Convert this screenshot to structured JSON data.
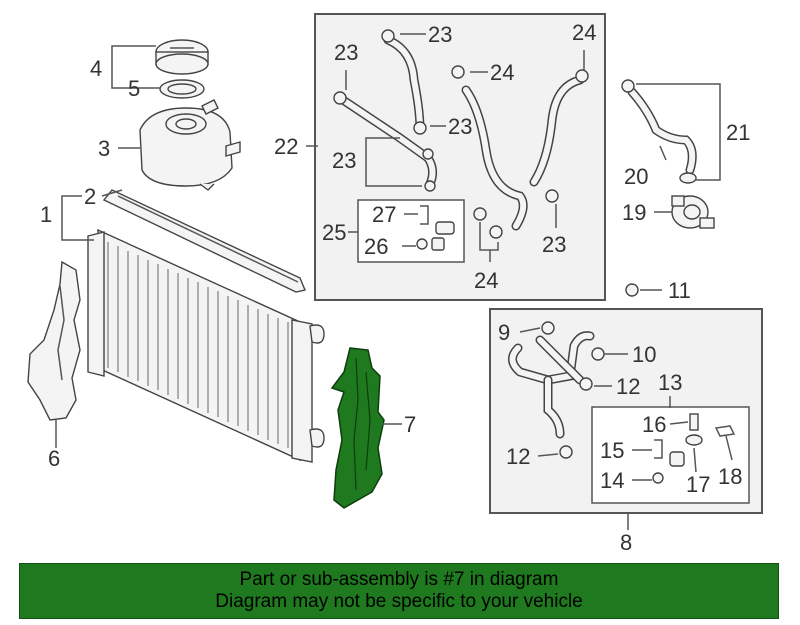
{
  "diagram": {
    "callouts": {
      "c1": "1",
      "c2": "2",
      "c3": "3",
      "c4": "4",
      "c5": "5",
      "c6": "6",
      "c7": "7",
      "c8": "8",
      "c9": "9",
      "c10": "10",
      "c11": "11",
      "c12a": "12",
      "c12b": "12",
      "c13": "13",
      "c14": "14",
      "c15": "15",
      "c16": "16",
      "c17": "17",
      "c18": "18",
      "c19": "19",
      "c20": "20",
      "c21": "21",
      "c22": "22",
      "c23a": "23",
      "c23b": "23",
      "c23c": "23",
      "c23d": "23",
      "c23e": "23",
      "c24a": "24",
      "c24b": "24",
      "c24c": "24",
      "c25": "25",
      "c26": "26",
      "c27": "27"
    },
    "highlight_color": "#1f7a1f"
  },
  "banner": {
    "line1": "Part or sub-assembly is #7 in diagram",
    "line2": "Diagram may not be specific to your vehicle",
    "background": "#1f7a1f"
  }
}
